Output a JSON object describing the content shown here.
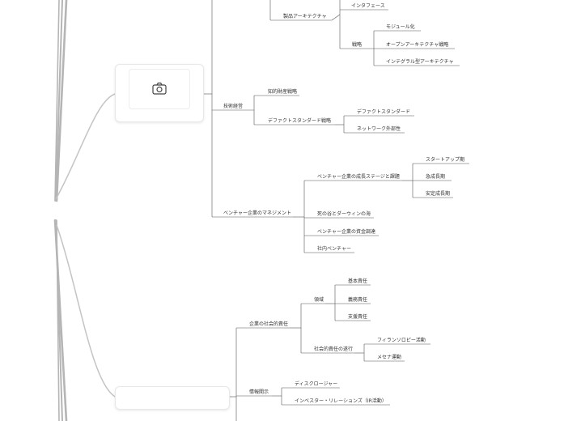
{
  "colors": {
    "trunk": "#b5b5b5",
    "connector": "#c4c4c4",
    "line": "#555555",
    "text": "#333333"
  },
  "icons": {
    "card_image": "camera-icon"
  },
  "tree": {
    "architecture": {
      "interface": "インタフェース",
      "product_architecture": "製品アーキテクチャ",
      "module": "モジュール化",
      "strategy": "戦略",
      "open_architecture": "オープンアーキテクチャ戦略",
      "integral_architecture": "インテグラル型アーキテクチャ"
    },
    "technology": {
      "label": "技術経営",
      "ip_strategy": "知的財産戦略",
      "de_facto_strategy": "デファクトスタンダード戦略",
      "de_facto_standard": "デファクトスタンダード",
      "network_externality": "ネットワーク外部性"
    },
    "venture": {
      "label": "ベンチャー企業のマネジメント",
      "growth_stage": "ベンチャー企業の成長ステージと課題",
      "startup": "スタートアップ期",
      "rapid_growth": "急成長期",
      "stable_growth": "安定成長期",
      "valley_of_death": "死の谷とダーウィンの海",
      "funding": "ベンチャー企業の資金調達",
      "corporate_venture": "社内ベンチャー"
    },
    "csr": {
      "label": "企業の社会的責任",
      "domain": "領域",
      "basic": "基本責任",
      "obligation": "義務責任",
      "support": "支援責任",
      "fulfillment": "社会的責任の遂行",
      "philanthropy": "フィランソロピー活動",
      "mecenat": "メセナ運動"
    },
    "disclosure": {
      "label": "情報開示",
      "disclosure": "ディスクロージャー",
      "ir": "インベスター・リレーションズ（IR活動）"
    }
  }
}
